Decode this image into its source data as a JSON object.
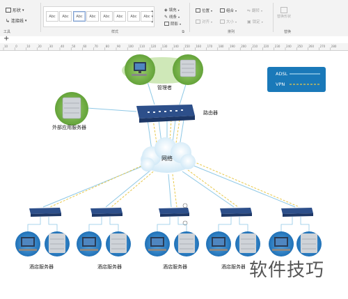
{
  "ribbon": {
    "tools": {
      "shape_label": "形状",
      "connector_label": "连接线",
      "group_label": "工具"
    },
    "styles": {
      "swatches": [
        "Abc",
        "Abc",
        "Abc",
        "Abc",
        "Abc",
        "Abc",
        "Abc",
        "Abc"
      ],
      "fill_label": "填充",
      "line_label": "线条",
      "shadow_label": "阴影",
      "group_label": "样式"
    },
    "arrange": {
      "position_label": "位置",
      "combine_label": "组合",
      "flip_label": "翻转",
      "align_label": "对齐",
      "size_label": "大小",
      "lock_label": "锁定",
      "group_label": "排列"
    },
    "replace": {
      "replace_label": "替换形状",
      "group_label": "替换"
    }
  },
  "ruler": {
    "ticks": [
      "10",
      "0",
      "10",
      "20",
      "30",
      "40",
      "50",
      "60",
      "70",
      "80",
      "90",
      "100",
      "110",
      "120",
      "130",
      "140",
      "150",
      "160",
      "170",
      "180",
      "190",
      "200",
      "210",
      "220",
      "230",
      "240",
      "250",
      "260",
      "270",
      "280"
    ]
  },
  "diagram": {
    "manager_label": "管理者",
    "router_label": "路由器",
    "external_server_label": "外部应用服务器",
    "network_label": "网络",
    "hotel_label_1": "酒店服务器",
    "hotel_label_2": "酒店服务器",
    "hotel_label_3": "酒店服务器",
    "hotel_label_4": "酒店服务器",
    "legend": {
      "adsl_label": "ADSL",
      "vpn_label": "VPN",
      "adsl_color": "#a8d8f0",
      "vpn_color": "#e8c84a"
    }
  },
  "watermark": "软件技巧"
}
